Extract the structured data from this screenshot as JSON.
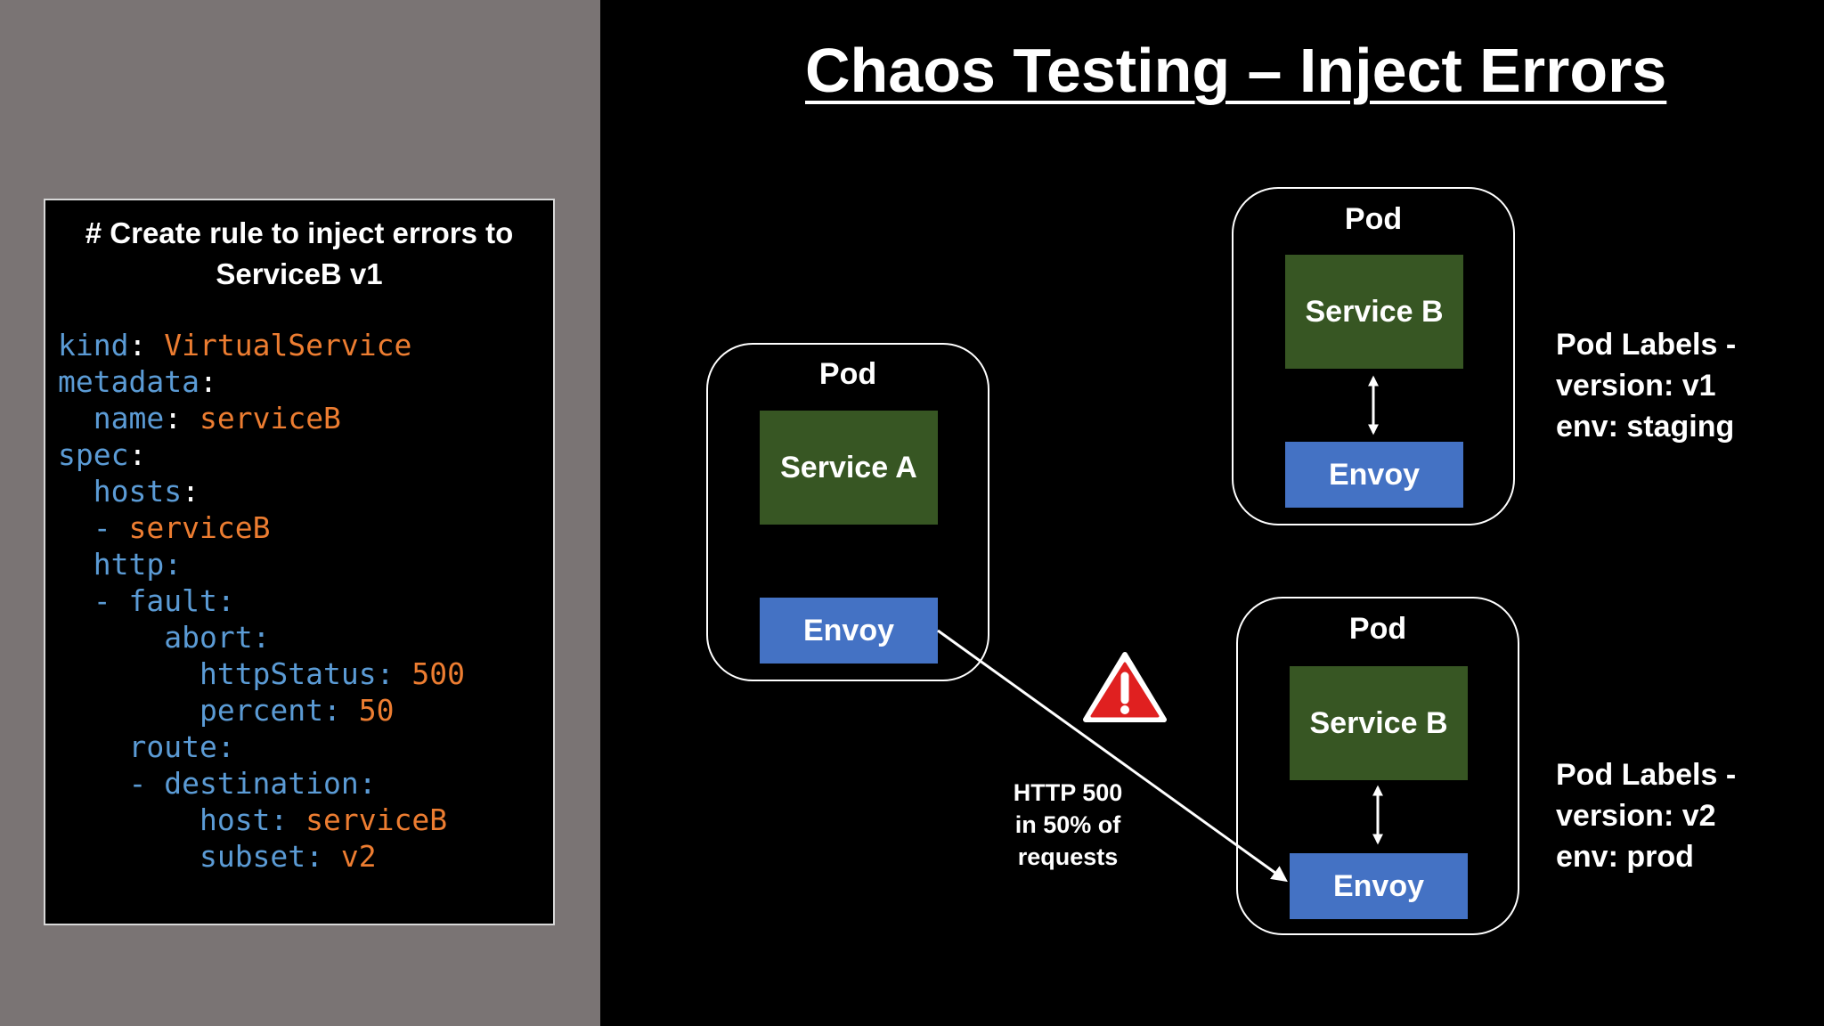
{
  "title": "Chaos Testing – Inject Errors",
  "code": {
    "comment_line1": "# Create rule to inject errors to",
    "comment_line2": "ServiceB v1",
    "lines": [
      {
        "indent": "",
        "key": "kind",
        "sep": ": ",
        "value": "VirtualService"
      },
      {
        "indent": "",
        "key": "metadata",
        "sep": ":",
        "value": ""
      },
      {
        "indent": "  ",
        "key": "name",
        "sep": ": ",
        "value": "serviceB"
      },
      {
        "indent": "",
        "key": "spec",
        "sep": ":",
        "value": ""
      },
      {
        "indent": "  ",
        "key": "hosts",
        "sep": ":",
        "value": ""
      },
      {
        "indent": "  ",
        "key": "- ",
        "sep": "",
        "value": "serviceB"
      },
      {
        "indent": "  ",
        "key": "http:",
        "sep": "",
        "value": ""
      },
      {
        "indent": "  ",
        "key": "- fault:",
        "sep": "",
        "value": ""
      },
      {
        "indent": "      ",
        "key": "abort:",
        "sep": "",
        "value": ""
      },
      {
        "indent": "        ",
        "key": "httpStatus:",
        "sep": " ",
        "value": "500"
      },
      {
        "indent": "        ",
        "key": "percent:",
        "sep": " ",
        "value": "50"
      },
      {
        "indent": "    ",
        "key": "route:",
        "sep": "",
        "value": ""
      },
      {
        "indent": "    ",
        "key": "- destination:",
        "sep": "",
        "value": ""
      },
      {
        "indent": "        ",
        "key": "host:",
        "sep": " ",
        "value": "serviceB"
      },
      {
        "indent": "        ",
        "key": "subset:",
        "sep": " ",
        "value": "v2"
      }
    ]
  },
  "pod_a": {
    "title": "Pod",
    "service": "Service A",
    "envoy": "Envoy"
  },
  "pod_b1": {
    "title": "Pod",
    "service": "Service B",
    "envoy": "Envoy"
  },
  "pod_b2": {
    "title": "Pod",
    "service": "Service B",
    "envoy": "Envoy"
  },
  "labels_v1": {
    "line1": "Pod Labels -",
    "line2": "version: v1",
    "line3": "env: staging"
  },
  "labels_v2": {
    "line1": "Pod Labels -",
    "line2": "version: v2",
    "line3": "env: prod"
  },
  "http_note": {
    "line1": "HTTP 500",
    "line2": "in 50% of",
    "line3": "requests"
  },
  "colors": {
    "left_bg": "#7a7474",
    "service": "#375623",
    "envoy": "#4472c4",
    "code_key": "#5b9bd5",
    "code_value": "#ed7d31",
    "warning": "#e02020"
  },
  "icons": {
    "warning": "warning-triangle-icon"
  }
}
